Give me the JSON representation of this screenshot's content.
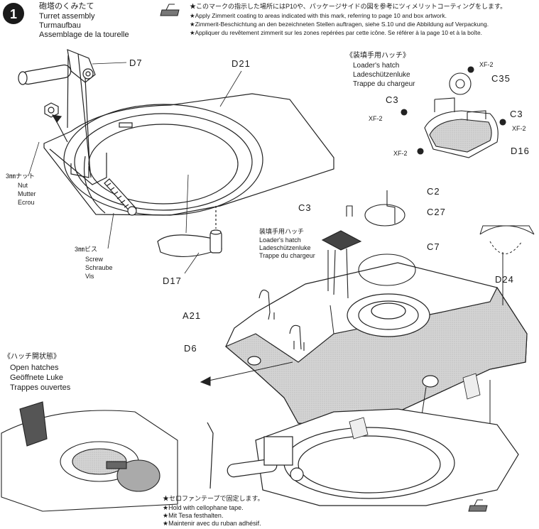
{
  "step": {
    "number": "1",
    "title_jp": "砲塔のくみたて",
    "title_en": "Turret assembly",
    "title_de": "Turmaufbau",
    "title_fr": "Assemblage de la tourelle"
  },
  "notes": {
    "jp": "★このマークの指示した場所にはP10や、パッケージサイドの図を参考にツィメリットコーティングをします。",
    "en": "★Apply Zimmerit coating to areas indicated with this mark, referring to page 10 and box artwork.",
    "de": "★Zimmerit-Beschichtung an den bezeichneten Stellen auftragen, siehe S.10 und die Abbildung auf Verpackung.",
    "fr": "★Appliquer du revêtement zimmerit sur les zones repérées par cette icône. Se référer à la page 10 et à la boîte."
  },
  "loaders_hatch_box": {
    "jp": "《装填手用ハッチ》",
    "en": "Loader's hatch",
    "de": "Ladeschützenluke",
    "fr": "Trappe du chargeur"
  },
  "loaders_hatch_inline": {
    "jp": "装填手用ハッチ",
    "en": "Loader's hatch",
    "de": "Ladeschützenluke",
    "fr": "Trappe du chargeur"
  },
  "open_hatches": {
    "jp": "《ハッチ開状態》",
    "en": "Open hatches",
    "de": "Geöffnete Luke",
    "fr": "Trappes ouvertes"
  },
  "nut": {
    "jp": "3㎜ナット",
    "en": "Nut",
    "de": "Mutter",
    "fr": "Ecrou"
  },
  "screw": {
    "jp": "3㎜ビス",
    "en": "Screw",
    "de": "Schraube",
    "fr": "Vis"
  },
  "tape": {
    "jp": "★セロファンテープで固定します。",
    "en": "★Hold with cellophane tape.",
    "de": "★Mit Tesa festhalten.",
    "fr": "★Maintenir avec du ruban adhésif."
  },
  "parts": {
    "d7": "D7",
    "d21": "D21",
    "d17": "D17",
    "d6": "D6",
    "a21": "A21",
    "d24": "D24",
    "c35": "C35",
    "c3_a": "C3",
    "c3_b": "C3",
    "c3_c": "C3",
    "d16": "D16",
    "c2": "C2",
    "c27": "C27",
    "c7": "C7"
  },
  "paints": {
    "xf2_a": "XF-2",
    "xf2_b": "XF-2",
    "xf2_c": "XF-2",
    "xf2_d": "XF-2"
  }
}
